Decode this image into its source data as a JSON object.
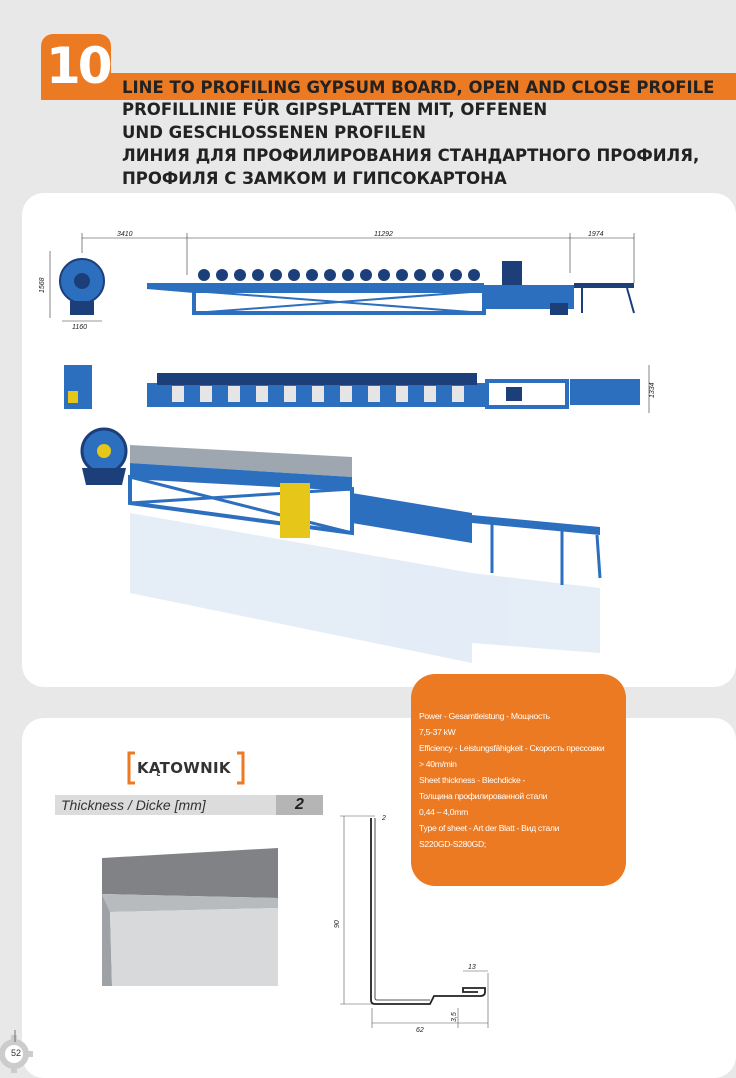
{
  "section_number": "10",
  "titles": {
    "en": "LINE TO PROFILING GYPSUM BOARD, OPEN AND CLOSE PROFILE",
    "de_line1": "PROFILLINIE FÜR GIPSPLATTEN MIT, OFFENEN",
    "de_line2": "UND GESCHLOSSENEN PROFILEN",
    "ru_line1": "ЛИНИЯ ДЛЯ ПРОФИЛИРОВАНИЯ СТАНДАРТНОГО ПРОФИЛЯ,",
    "ru_line2": "ПРОФИЛЯ С ЗАМКОМ И ГИПСОКАРТОНА"
  },
  "drawing_dims": {
    "d1": "3410",
    "d2": "11292",
    "d3": "1974",
    "height": "1568",
    "width_base": "1160",
    "top_width": "1334"
  },
  "specs": {
    "power_label": "Power - Gesamtleistung - Мощность",
    "power_value": "7,5-37 kW",
    "eff_label": "Efficiency - Leistungsfähigkeit - Скорость прессовки",
    "eff_value": "> 40m/min",
    "thick_label1": "Sheet thickness - Blechdicke -",
    "thick_label2": "Толщина профилированной стали",
    "thick_value": "0,44 – 4,0mm",
    "type_label": "Type of sheet - Art der Blatt - Вид стали",
    "type_value": "S220GD-S280GD;"
  },
  "profile": {
    "name": "KĄTOWNIK",
    "thickness_label": "Thickness / Dicke [mm]",
    "thickness_value": "2",
    "dims": {
      "top": "2",
      "height": "90",
      "base": "62",
      "lip": "13",
      "gap": "3,5"
    }
  },
  "page_number": "52",
  "colors": {
    "accent": "#ec7a22",
    "machine_blue": "#2d6fbf",
    "dark_blue": "#1c3f7a"
  }
}
